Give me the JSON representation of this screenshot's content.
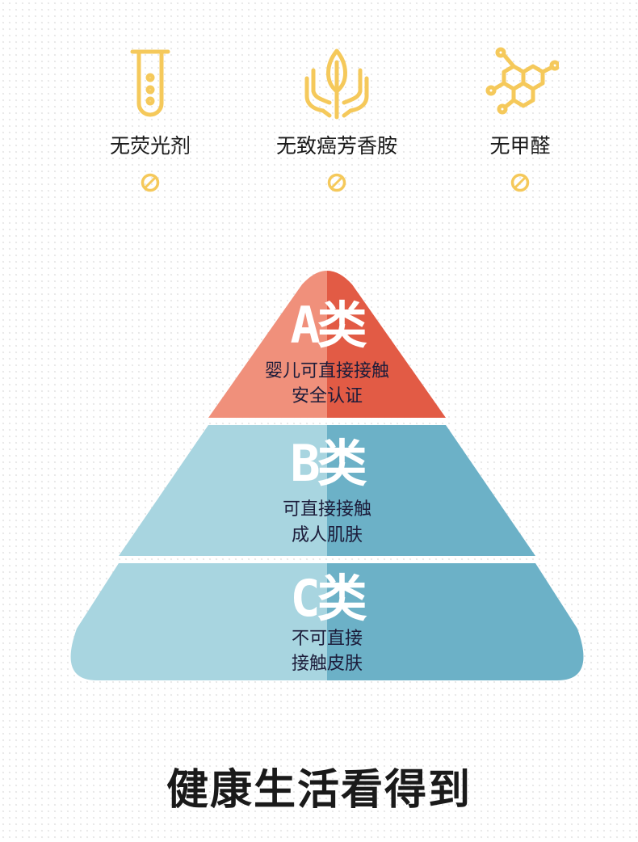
{
  "features": [
    {
      "icon": "test-tube-icon",
      "label": "无荧光剂"
    },
    {
      "icon": "hands-leaf-icon",
      "label": "无致癌芳香胺"
    },
    {
      "icon": "molecule-icon",
      "label": "无甲醛"
    }
  ],
  "zero_symbol": "zero-icon",
  "accent_color": "#f5c95b",
  "pyramid": {
    "tiers": [
      {
        "grade": "A类",
        "line1": "婴儿可直接接触",
        "line2": "安全认证",
        "color_left": "#f0907b",
        "color_right": "#e25b45"
      },
      {
        "grade": "B类",
        "line1": "可直接接触",
        "line2": "成人肌肤",
        "color_left": "#a8d5e0",
        "color_right": "#6cb1c7"
      },
      {
        "grade": "C类",
        "line1": "不可直接",
        "line2": "接触皮肤",
        "color_left": "#a8d5e0",
        "color_right": "#6cb1c7"
      }
    ]
  },
  "slogan": "健康生活看得到"
}
